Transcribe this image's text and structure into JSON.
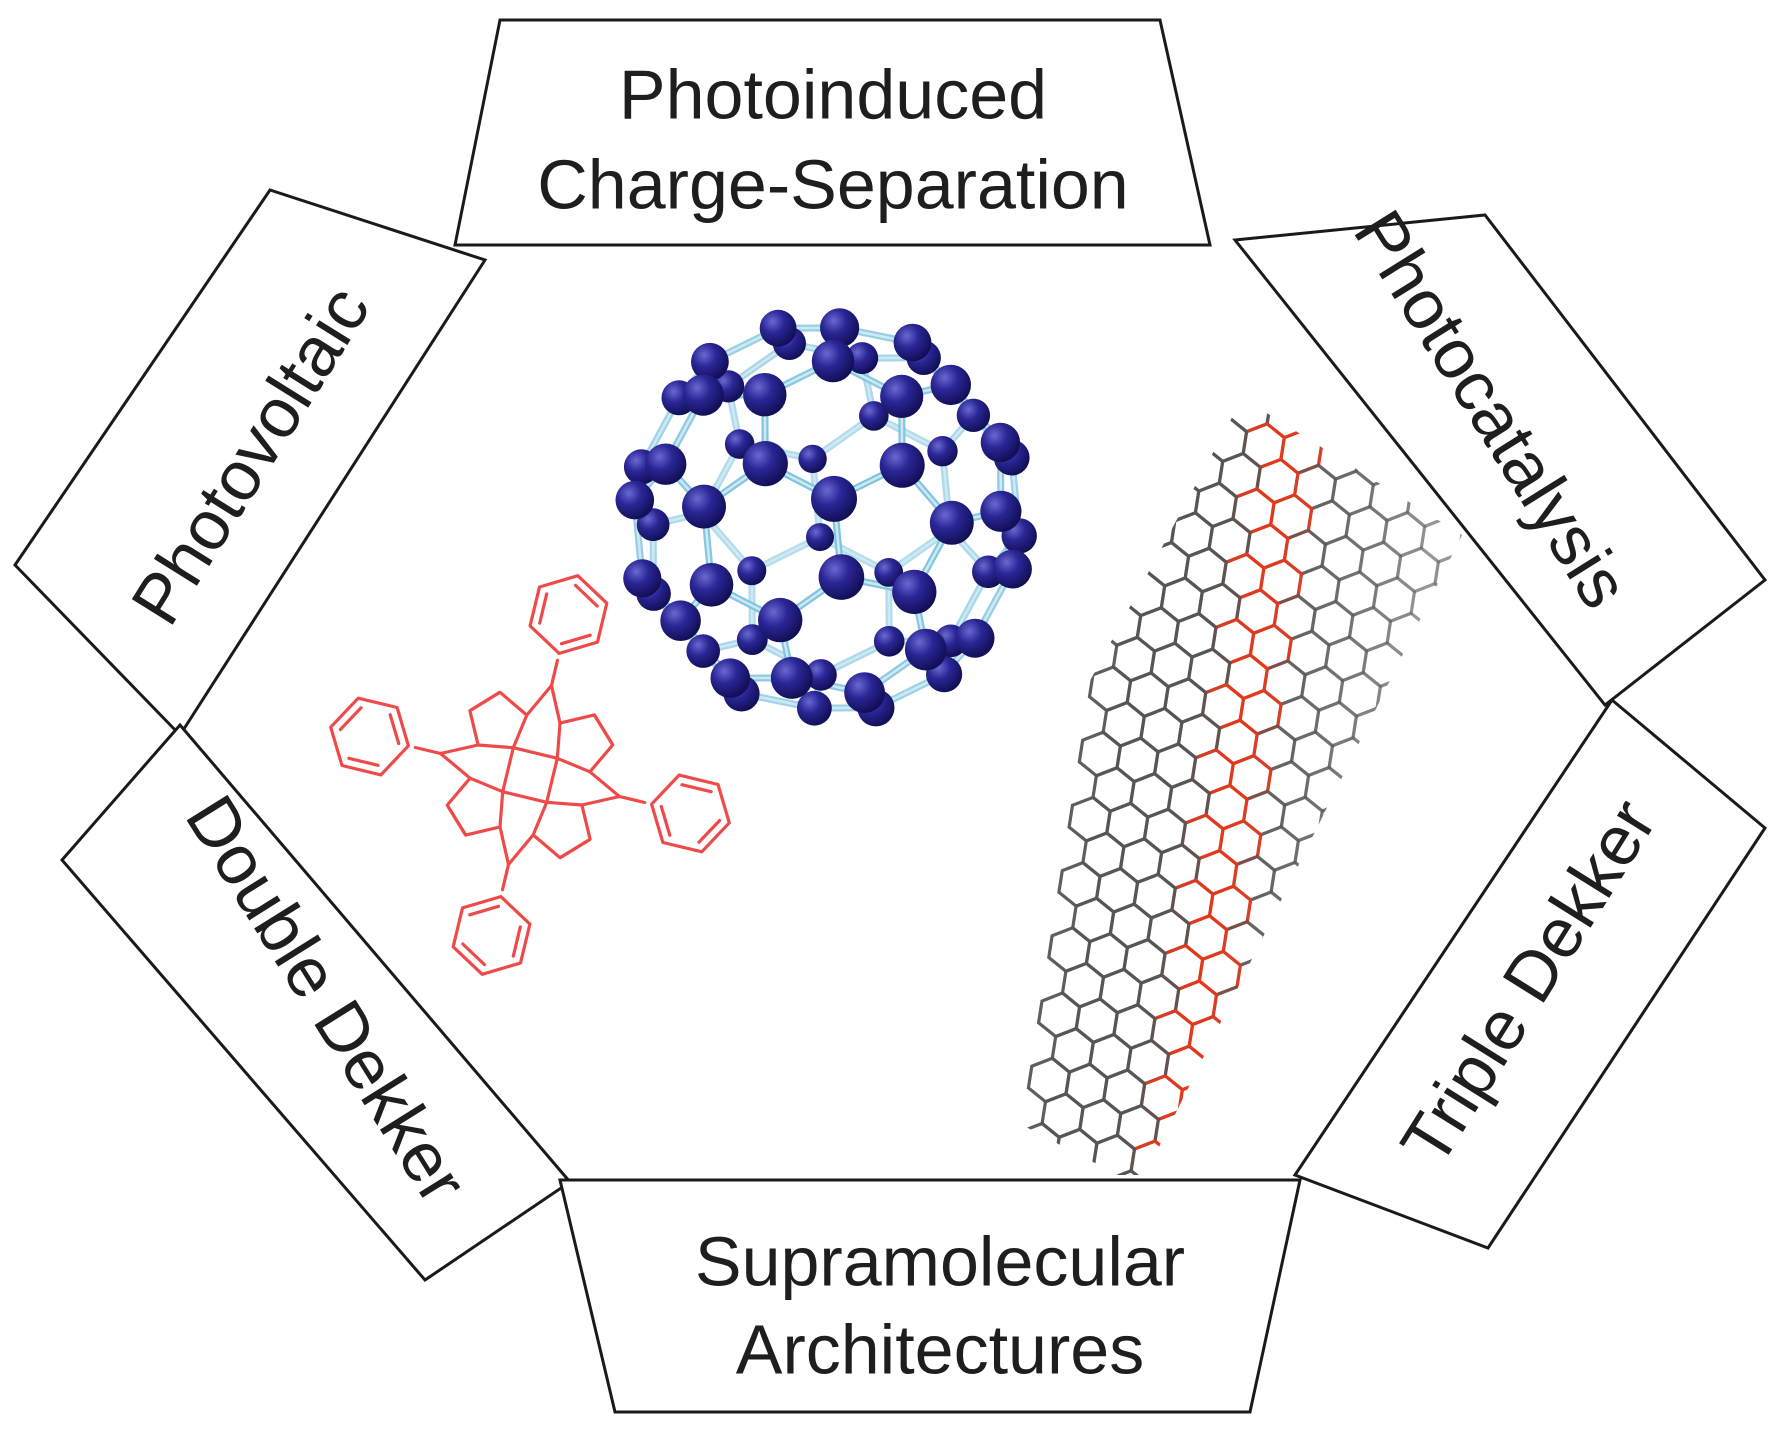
{
  "panels": {
    "top": {
      "line1": "Photoinduced",
      "line2": "Charge-Separation"
    },
    "upper_left": {
      "text": "Photovoltaic"
    },
    "upper_right": {
      "text": "Photocatalysis"
    },
    "lower_left": {
      "text": "Double Dekker"
    },
    "lower_right": {
      "text": "Triple Dekker"
    },
    "bottom": {
      "line1": "Supramolecular",
      "line2": "Architectures"
    }
  },
  "graphics": {
    "fullerene": {
      "icon": "c60-fullerene-ball-and-stick",
      "atom_color": "#24208a",
      "bond_color": "#7ec3de"
    },
    "porphyrin": {
      "icon": "tetraphenylporphyrin-structure",
      "color": "#ef4a4a"
    },
    "nanotube": {
      "icon": "carbon-nanotube-lattice",
      "lattice_color": "#555555",
      "highlight_colors": [
        "#e0391e",
        "#38308e"
      ]
    }
  }
}
